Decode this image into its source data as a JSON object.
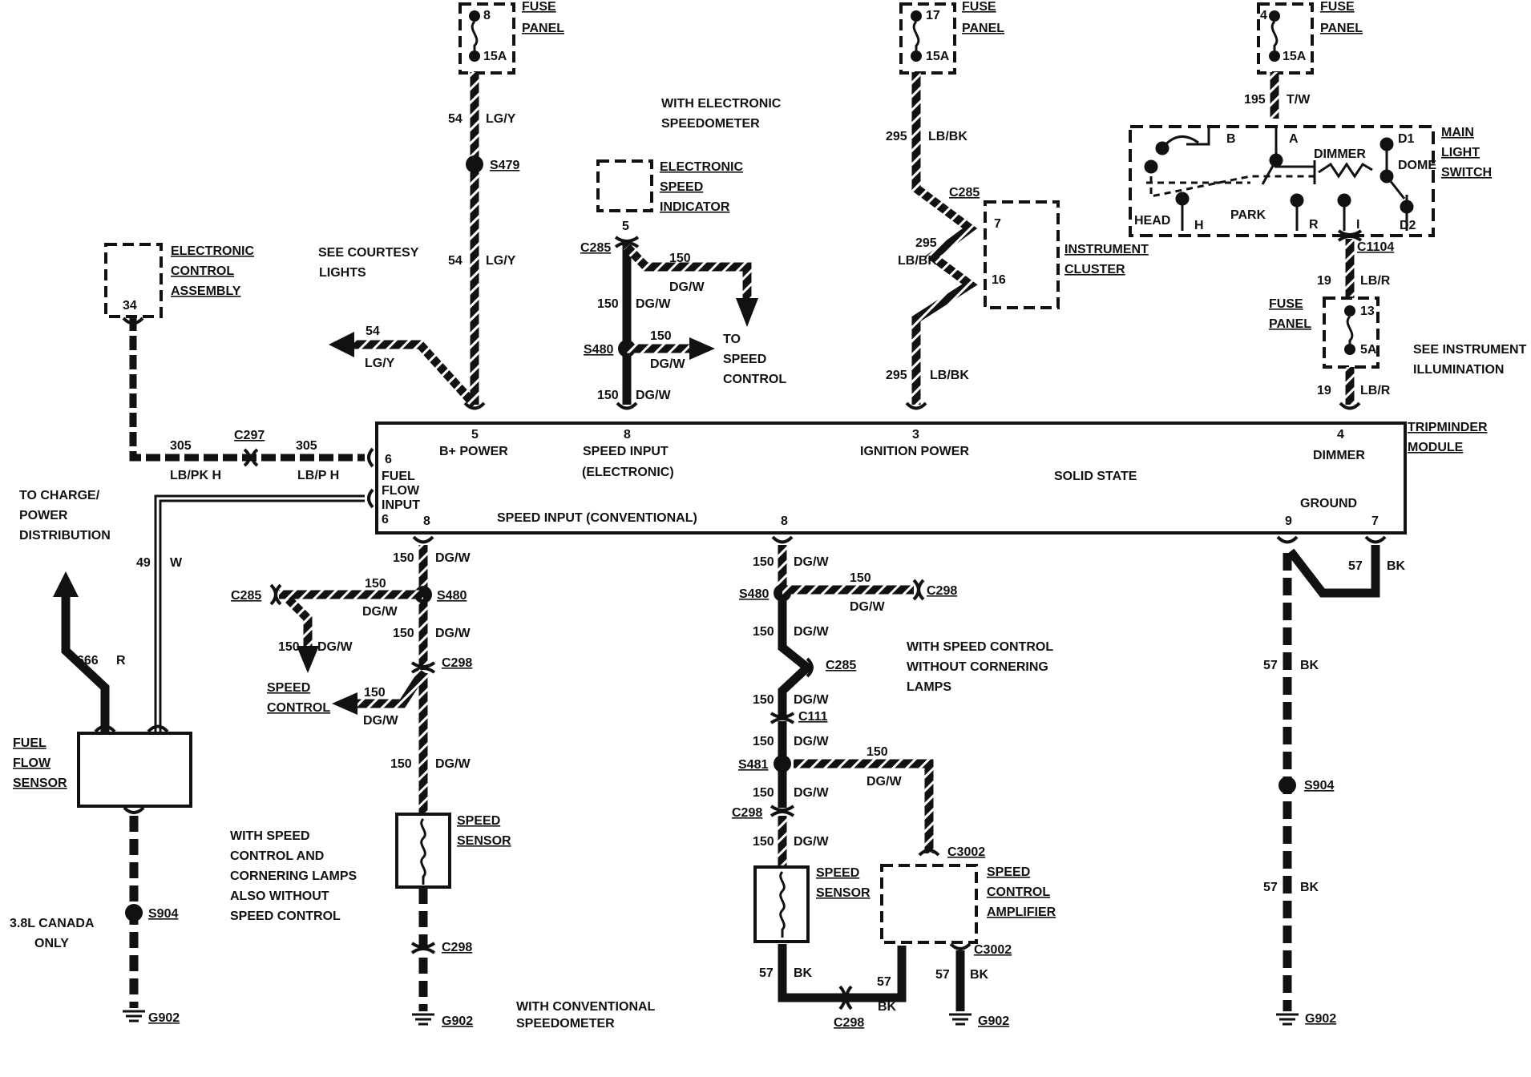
{
  "colors": {
    "ink": "#111111",
    "paper": "#ffffff"
  },
  "fuse_8": {
    "title_1": "FUSE",
    "title_2": "PANEL",
    "number": "8",
    "rating": "15A"
  },
  "fuse_17": {
    "title_1": "FUSE",
    "title_2": "PANEL",
    "number": "17",
    "rating": "15A"
  },
  "fuse_4": {
    "title_1": "FUSE",
    "title_2": "PANEL",
    "number": "4",
    "rating": "15A"
  },
  "fuse_13": {
    "title_1": "FUSE",
    "title_2": "PANEL",
    "number": "13",
    "rating": "5A"
  },
  "notes": {
    "electronic_speedo_1": "WITH ELECTRONIC",
    "electronic_speedo_2": "SPEEDOMETER",
    "courtesy_1": "SEE COURTESY",
    "courtesy_2": "LIGHTS",
    "instr_illum_1": "SEE INSTRUMENT",
    "instr_illum_2": "ILLUMINATION",
    "charge_1": "TO CHARGE/",
    "charge_2": "POWER",
    "charge_3": "DISTRIBUTION",
    "to_speed_control_1": "TO",
    "to_speed_control_2": "SPEED",
    "to_speed_control_3": "CONTROL",
    "with_sc_without_corner_1": "WITH SPEED CONTROL",
    "with_sc_without_corner_2": "WITHOUT CORNERING",
    "with_sc_without_corner_3": "LAMPS",
    "with_sc_corner_1": "WITH SPEED",
    "with_sc_corner_2": "CONTROL AND",
    "with_sc_corner_3": "CORNERING LAMPS",
    "with_sc_corner_4": "ALSO WITHOUT",
    "with_sc_corner_5": "SPEED CONTROL",
    "canada_1": "3.8L CANADA",
    "canada_2": "ONLY",
    "conventional_1": "WITH CONVENTIONAL",
    "conventional_2": "SPEEDOMETER"
  },
  "components": {
    "eca_1": "ELECTRONIC",
    "eca_2": "CONTROL",
    "eca_3": "ASSEMBLY",
    "eca_pin": "34",
    "esi_1": "ELECTRONIC",
    "esi_2": "SPEED",
    "esi_3": "INDICATOR",
    "esi_pin": "5",
    "cluster_1": "INSTRUMENT",
    "cluster_2": "CLUSTER",
    "cluster_pin_a": "7",
    "cluster_pin_b": "16",
    "mls_1": "MAIN",
    "mls_2": "LIGHT",
    "mls_3": "SWITCH",
    "tripminder_1": "TRIPMINDER",
    "tripminder_2": "MODULE",
    "ffs_1": "FUEL",
    "ffs_2": "FLOW",
    "ffs_3": "SENSOR",
    "speed_sensor_1": "SPEED",
    "speed_sensor_2": "SENSOR",
    "sca_1": "SPEED",
    "sca_2": "CONTROL",
    "sca_3": "AMPLIFIER",
    "speed_control_1": "SPEED",
    "speed_control_2": "CONTROL"
  },
  "switch_labels": {
    "b": "B",
    "a": "A",
    "d1": "D1",
    "dimmer": "DIMMER",
    "dome": "DOME",
    "head": "HEAD",
    "h": "H",
    "park": "PARK",
    "r": "R",
    "i": "I",
    "d2": "D2"
  },
  "module_pins": {
    "p5": "5",
    "b_power": "B+ POWER",
    "p8_top": "8",
    "speed_input": "SPEED INPUT",
    "electronic": "(ELECTRONIC)",
    "p3": "3",
    "ignition_power": "IGNITION POWER",
    "p4": "4",
    "dimmer": "DIMMER",
    "solid_state": "SOLID STATE",
    "p6a": "6",
    "fuel": "FUEL",
    "flow": "FLOW",
    "input": "INPUT",
    "p6b": "6",
    "p8_left": "8",
    "speed_input_conv": "SPEED INPUT (CONVENTIONAL)",
    "p8_mid": "8",
    "ground": "GROUND",
    "p9": "9",
    "p7": "7"
  },
  "wires": {
    "c54": "54",
    "lg_y": "LG/Y",
    "c295": "295",
    "lb_bk": "LB/BK",
    "c195": "195",
    "t_w": "T/W",
    "c19": "19",
    "lb_r": "LB/R",
    "c150": "150",
    "dg_w": "DG/W",
    "c305": "305",
    "lb_pk_h": "LB/PK H",
    "lb_p_h": "LB/P H",
    "c49": "49",
    "w": "W",
    "c666": "666",
    "r": "R",
    "c57": "57",
    "bk": "BK"
  },
  "connectors": {
    "s479": "S479",
    "s480": "S480",
    "s481": "S481",
    "s904": "S904",
    "c285": "C285",
    "c297": "C297",
    "c298": "C298",
    "c1104": "C1104",
    "c111": "C111",
    "c3002": "C3002",
    "g902": "G902"
  }
}
